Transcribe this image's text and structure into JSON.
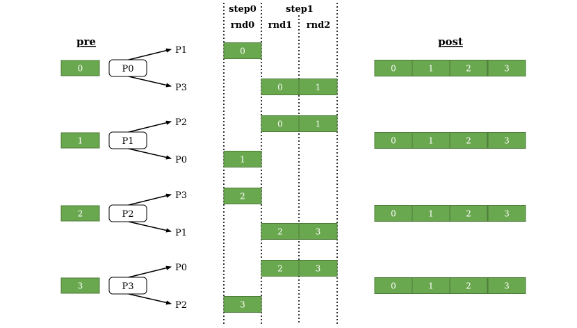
{
  "headers": {
    "step0": "step0",
    "step1": "step1",
    "rnd0": "rnd0",
    "rnd1": "rnd1",
    "rnd2": "rnd2"
  },
  "pre_title": "pre",
  "post_title": "post",
  "colors": {
    "cell": "#6aa84f",
    "cell_border": "#4c7a38"
  },
  "processes": [
    {
      "label": "P0",
      "pre_value": "0",
      "dest_top": "P1",
      "dest_bottom": "P3",
      "post": [
        "0",
        "1",
        "2",
        "3"
      ]
    },
    {
      "label": "P1",
      "pre_value": "1",
      "dest_top": "P2",
      "dest_bottom": "P0",
      "post": [
        "0",
        "1",
        "2",
        "3"
      ]
    },
    {
      "label": "P2",
      "pre_value": "2",
      "dest_top": "P3",
      "dest_bottom": "P1",
      "post": [
        "0",
        "1",
        "2",
        "3"
      ]
    },
    {
      "label": "P3",
      "pre_value": "3",
      "dest_top": "P0",
      "dest_bottom": "P2",
      "post": [
        "0",
        "1",
        "2",
        "3"
      ]
    }
  ],
  "transfers": [
    {
      "row": 0,
      "round": "rnd0",
      "values": [
        "0"
      ]
    },
    {
      "row": 1,
      "round": "rnd1",
      "values": [
        "0",
        "1"
      ]
    },
    {
      "row": 2,
      "round": "rnd1",
      "values": [
        "0",
        "1"
      ]
    },
    {
      "row": 3,
      "round": "rnd0",
      "values": [
        "1"
      ]
    },
    {
      "row": 4,
      "round": "rnd0",
      "values": [
        "2"
      ]
    },
    {
      "row": 5,
      "round": "rnd1",
      "values": [
        "2",
        "3"
      ]
    },
    {
      "row": 6,
      "round": "rnd1",
      "values": [
        "2",
        "3"
      ]
    },
    {
      "row": 7,
      "round": "rnd0",
      "values": [
        "3"
      ]
    }
  ]
}
